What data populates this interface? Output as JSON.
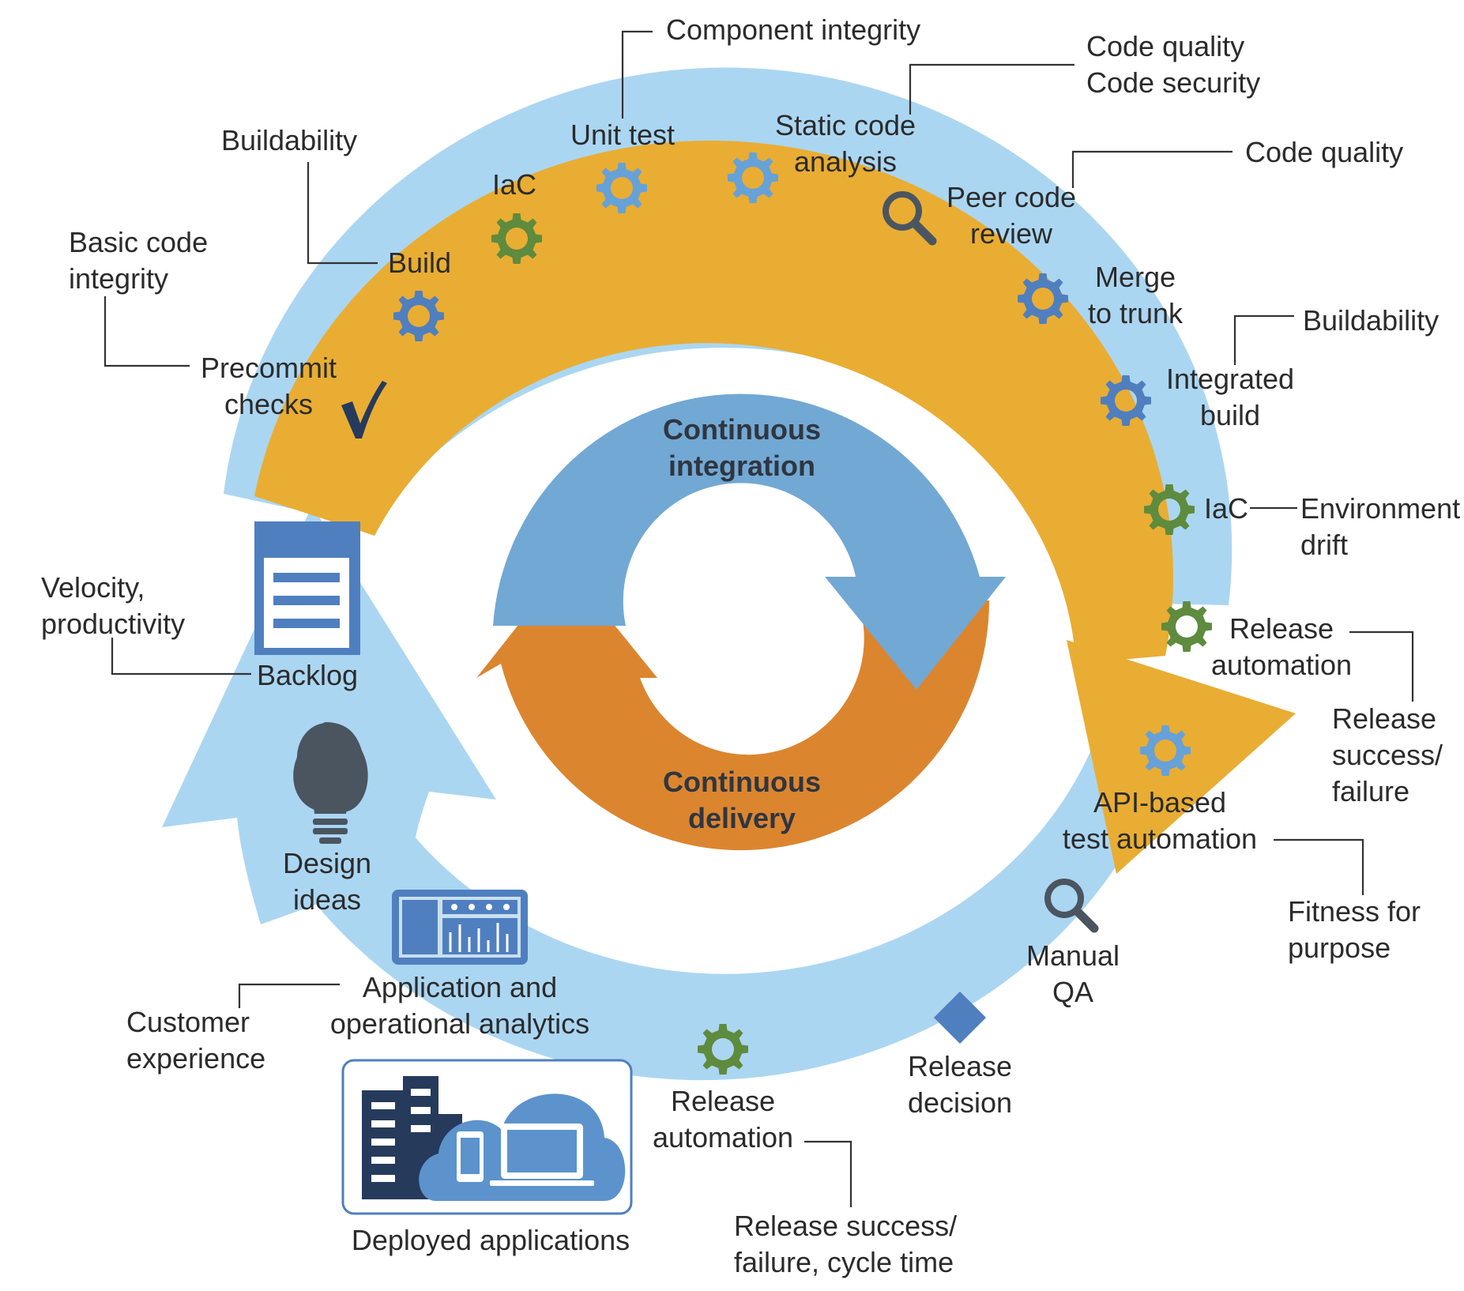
{
  "colors": {
    "outer_ring": "#abd6f2",
    "orange_band": "#e9ad33",
    "ci_arrow": "#72a8d4",
    "cd_arrow": "#dc852f",
    "gear_blue": "#4f7fbf",
    "gear_light_blue": "#66a1d8",
    "gear_green": "#5e8b3d",
    "icon_dark": "#4a5560",
    "icon_navy": "#263a5c",
    "label_text": "#2b2b2b"
  },
  "center": {
    "ci": [
      "Continuous",
      "integration"
    ],
    "cd": [
      "Continuous",
      "delivery"
    ]
  },
  "ci_stages": {
    "precommit": {
      "label": [
        "Precommit",
        "checks"
      ],
      "icon": "checkmark-icon"
    },
    "build": {
      "label": [
        "Build"
      ],
      "icon": "gear-icon"
    },
    "iac_top": {
      "label": [
        "IaC"
      ],
      "icon": "gear-icon"
    },
    "unit_test": {
      "label": [
        "Unit test"
      ],
      "icon": "gear-icon"
    },
    "static_analysis": {
      "label": [
        "Static code",
        "analysis"
      ],
      "icon": "gear-icon"
    },
    "peer_review": {
      "label": [
        "Peer code",
        "review"
      ],
      "icon": "magnifier-icon"
    },
    "merge": {
      "label": [
        "Merge",
        "to trunk"
      ],
      "icon": "gear-icon"
    },
    "integrated_build": {
      "label": [
        "Integrated",
        "build"
      ],
      "icon": "gear-icon"
    },
    "iac_right": {
      "label": [
        "IaC"
      ],
      "icon": "gear-icon"
    },
    "release_automation_top": {
      "label": [
        "Release",
        "automation"
      ],
      "icon": "gear-icon"
    },
    "api_test": {
      "label": [
        "API-based",
        "test automation"
      ],
      "icon": "gear-icon"
    }
  },
  "cd_stages": {
    "manual_qa": {
      "label": [
        "Manual",
        "QA"
      ],
      "icon": "magnifier-icon"
    },
    "release_decision": {
      "label": [
        "Release",
        "decision"
      ],
      "icon": "diamond-icon"
    },
    "release_automation_bottom": {
      "label": [
        "Release",
        "automation"
      ],
      "icon": "gear-icon"
    },
    "deployed": {
      "label": [
        "Deployed applications"
      ],
      "icon": "deployed-apps-icon"
    },
    "analytics": {
      "label": [
        "Application and",
        "operational analytics"
      ],
      "icon": "dashboard-icon"
    },
    "design_ideas": {
      "label": [
        "Design",
        "ideas"
      ],
      "icon": "lightbulb-icon"
    },
    "backlog": {
      "label": [
        "Backlog"
      ],
      "icon": "document-icon"
    }
  },
  "metrics": {
    "basic_code_integrity": [
      "Basic code",
      "integrity"
    ],
    "buildability_top": [
      "Buildability"
    ],
    "component_integrity": [
      "Component integrity"
    ],
    "code_quality_security": [
      "Code quality",
      "Code security"
    ],
    "code_quality": [
      "Code quality"
    ],
    "buildability_right": [
      "Buildability"
    ],
    "environment_drift": [
      "Environment",
      "drift"
    ],
    "release_success_failure": [
      "Release",
      "success/",
      "failure"
    ],
    "fitness_for_purpose": [
      "Fitness for",
      "purpose"
    ],
    "release_success_cycle": [
      "Release success/",
      "failure, cycle time"
    ],
    "customer_experience": [
      "Customer",
      "experience"
    ],
    "velocity_productivity": [
      "Velocity,",
      "productivity"
    ]
  }
}
